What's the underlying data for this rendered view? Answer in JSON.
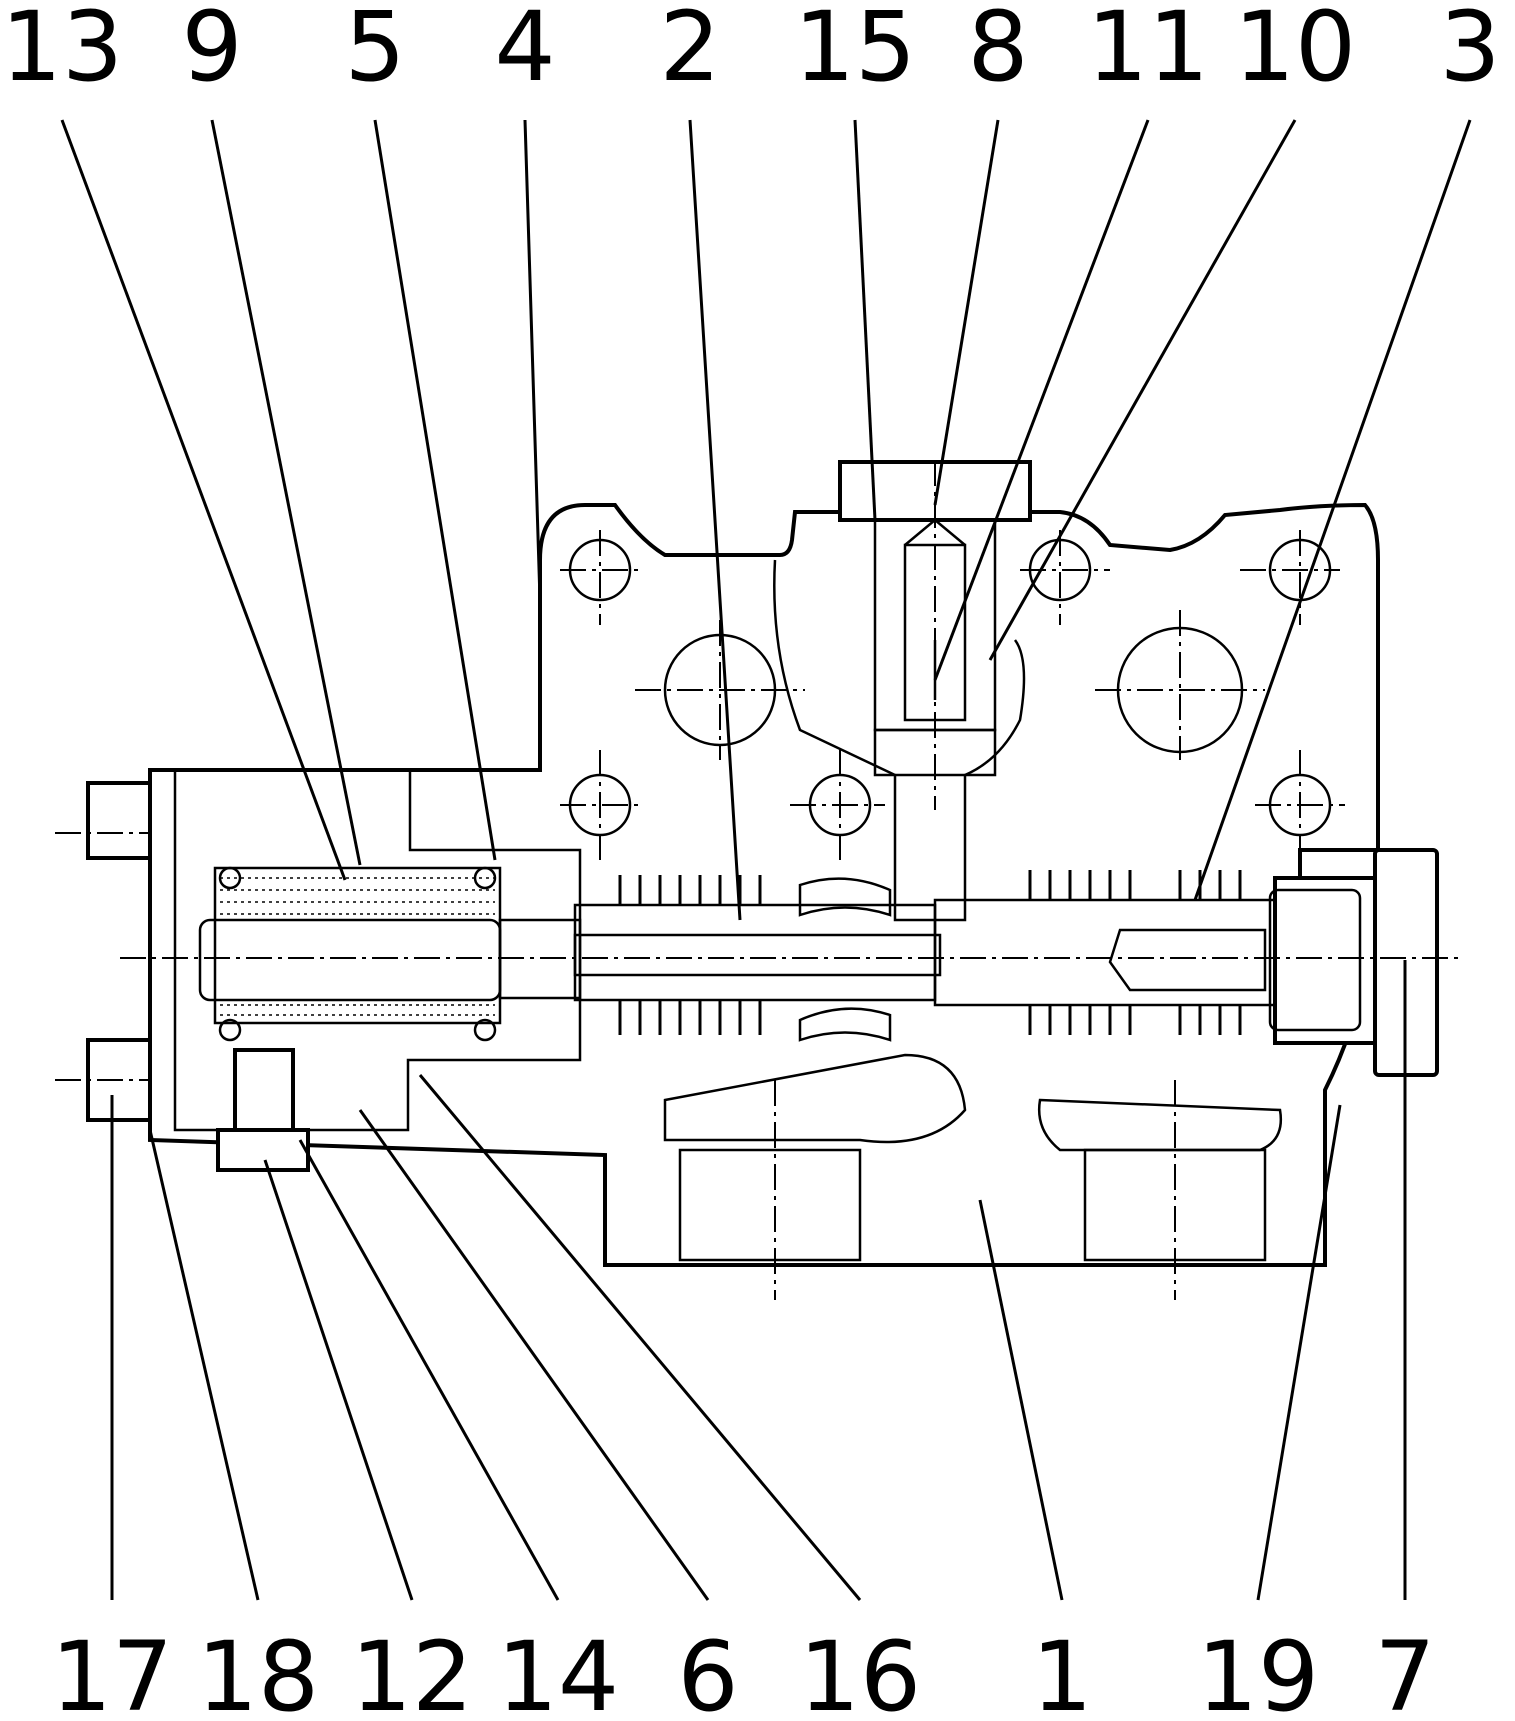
{
  "diagram": {
    "top_labels": [
      "13",
      "9",
      "5",
      "4",
      "2",
      "15",
      "8",
      "11",
      "10",
      "3"
    ],
    "bottom_labels": [
      "17",
      "18",
      "12",
      "14",
      "6",
      "16",
      "1",
      "19",
      "7"
    ]
  }
}
